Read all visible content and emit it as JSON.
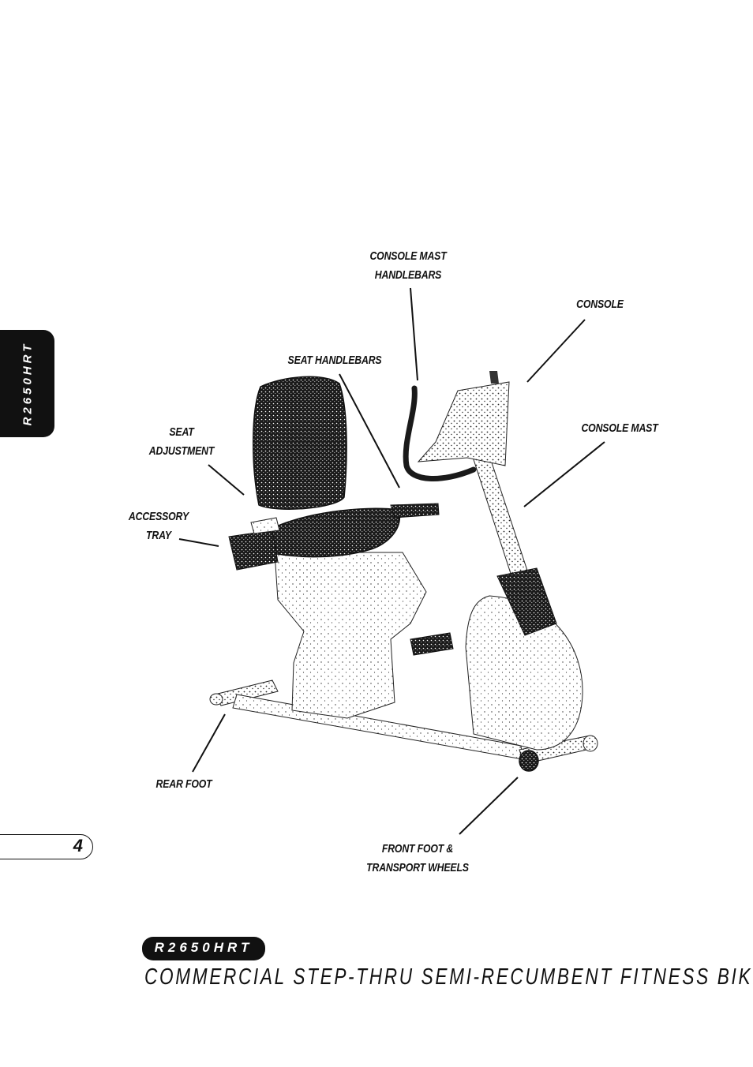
{
  "side_tab": {
    "model": "R2650HRT"
  },
  "page_number": "4",
  "labels": {
    "console_mast_handlebars": [
      "CONSOLE MAST",
      "HANDLEBARS"
    ],
    "console": [
      "CONSOLE"
    ],
    "seat_handlebars": [
      "SEAT HANDLEBARS"
    ],
    "console_mast": [
      "CONSOLE MAST"
    ],
    "seat_adjustment": [
      "SEAT",
      "ADJUSTMENT"
    ],
    "accessory_tray": [
      "ACCESSORY",
      "TRAY"
    ],
    "rear_foot": [
      "REAR FOOT"
    ],
    "front_foot": [
      "FRONT FOOT &",
      "TRANSPORT WHEELS"
    ]
  },
  "footer": {
    "model_badge": "R2650HRT",
    "product_title": "COMMERCIAL STEP-THRU SEMI-RECUMBENT FITNESS BIKE"
  }
}
